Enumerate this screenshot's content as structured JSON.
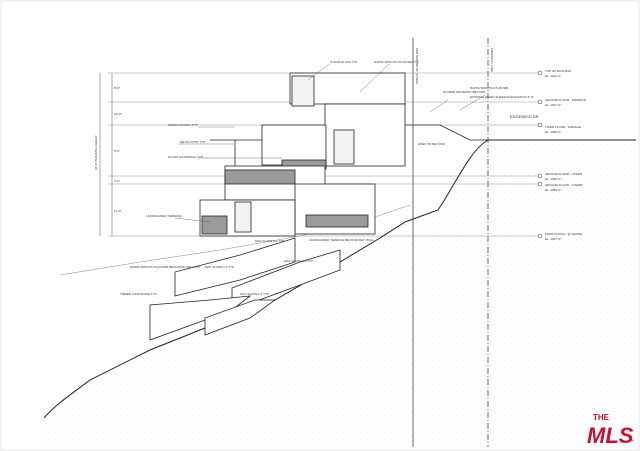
{
  "annotations": {
    "left": [
      "WOOD CANOPY TYP",
      "METAL POST TYP",
      "GLASS GUARDRAIL TYP",
      "LANDSCAPED TERRACE"
    ],
    "top": [
      "CLEAR GLASS TYP",
      "WHITE SMOOTH PLASTER TYP"
    ],
    "upper_right": [
      "SLOPED DRIVEWAY BEYOND",
      "WHITE SMOOTH PLASTER",
      "EXISTING PAVED SURFACE ELEVATION 3'-0\"",
      "OPEN TO BEYOND"
    ],
    "mid_slopes": [
      "MAX SLOPE 2:1 TYP",
      "MAX SLOPE 2:1 TYP",
      "MAX SLOPE 2:1 TYP",
      "MAX SLOPE 2:1 TYP",
      "LANDSCAPED TERRACE BEYOND RET. WALL"
    ],
    "lower_left": [
      "WHITE SMOOTH PLASTER RETAINING WALL TYP",
      "TIERED LANDSCAPE TYP"
    ]
  },
  "levels": [
    {
      "name": "TOP OF BUILDING",
      "elev": "EL. 1121'-0\""
    },
    {
      "name": "SECOND FLOOR - TERRACE",
      "elev": "EL. 1107'-0\""
    },
    {
      "name": "THIRD FLOOR - GARAGE",
      "elev": "EL. 1095'-0\""
    },
    {
      "name": "SECOND FLOOR - UPPER",
      "elev": "EL. 1083'-0\""
    },
    {
      "name": "SECOND FLOOR - LOWER",
      "elev": "EL. 1080'-0\""
    },
    {
      "name": "FIRST FLOOR - @ GRADE",
      "elev": "EL. 1067'-0\""
    }
  ],
  "street": "EDGEWICK DR.",
  "vertical_labels": {
    "centerline": "CENTERLINE OF STREET",
    "property_line": "PROPERTY LINE",
    "height": "36'-0\" BUILDING HEIGHT"
  },
  "dimensions": [
    "8'-0\"",
    "12'-0\"",
    "9'-0\"",
    "3'-0\"",
    "13'-0\""
  ],
  "watermark": {
    "line1": "THE",
    "line2": "MLS",
    "mark": "™"
  }
}
